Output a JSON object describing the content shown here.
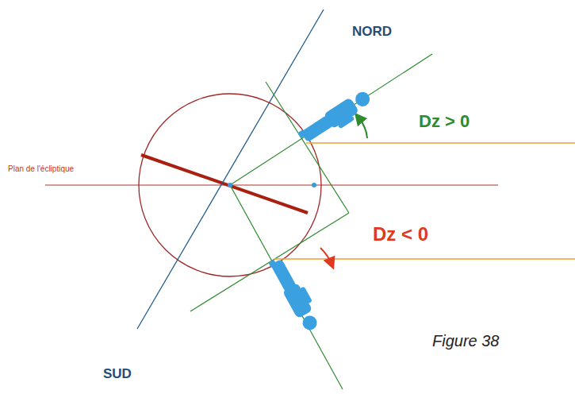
{
  "diagram": {
    "caption": "Figure 38",
    "labels": [
      "NORD",
      "Plan de l'écliptique",
      "Dz > 0",
      "Dz < 0",
      "SUD"
    ]
  }
}
